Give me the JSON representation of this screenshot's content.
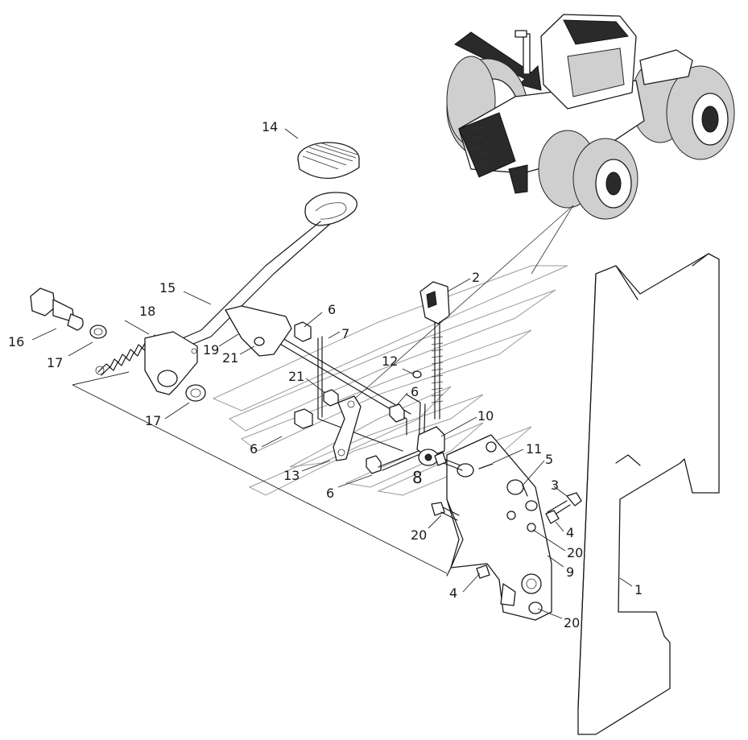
{
  "callouts": [
    {
      "id": "c14",
      "label": "14"
    },
    {
      "id": "c15",
      "label": "15"
    },
    {
      "id": "c16",
      "label": "16"
    },
    {
      "id": "c17a",
      "label": "17"
    },
    {
      "id": "c17b",
      "label": "17"
    },
    {
      "id": "c18",
      "label": "18"
    },
    {
      "id": "c19",
      "label": "19"
    },
    {
      "id": "c21a",
      "label": "21"
    },
    {
      "id": "c21b",
      "label": "21"
    },
    {
      "id": "c6a",
      "label": "6"
    },
    {
      "id": "c6b",
      "label": "6"
    },
    {
      "id": "c6c",
      "label": "6"
    },
    {
      "id": "c6d",
      "label": "6"
    },
    {
      "id": "c7",
      "label": "7"
    },
    {
      "id": "c12",
      "label": "12"
    },
    {
      "id": "c2",
      "label": "2"
    },
    {
      "id": "c10",
      "label": "10"
    },
    {
      "id": "c11",
      "label": "11"
    },
    {
      "id": "c5",
      "label": "5"
    },
    {
      "id": "c3",
      "label": "3"
    },
    {
      "id": "c4a",
      "label": "4"
    },
    {
      "id": "c4b",
      "label": "4"
    },
    {
      "id": "c20a",
      "label": "20"
    },
    {
      "id": "c20b",
      "label": "20"
    },
    {
      "id": "c20c",
      "label": "20"
    },
    {
      "id": "c13",
      "label": "13"
    },
    {
      "id": "c8",
      "label": "8"
    },
    {
      "id": "c9",
      "label": "9"
    },
    {
      "id": "c1",
      "label": "1"
    }
  ],
  "colors": {
    "line": "#1a1a1a",
    "watermark": "#9a9a9a",
    "background": "#ffffff"
  }
}
